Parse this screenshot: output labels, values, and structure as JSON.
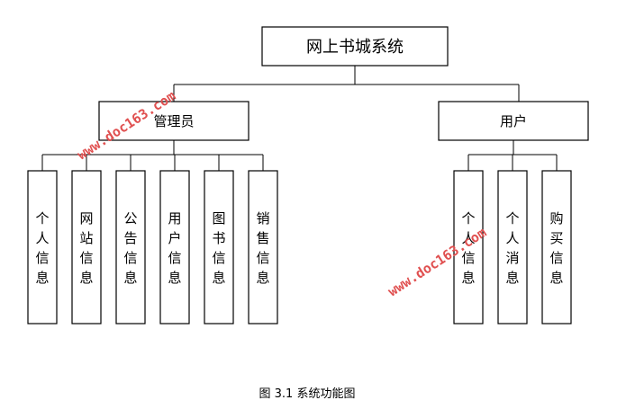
{
  "root": {
    "label": "网上书城系统"
  },
  "branches": [
    {
      "id": "admin",
      "label": "管理员",
      "children": [
        "个人信息",
        "网站信息",
        "公告信息",
        "用户信息",
        "图书信息",
        "销售信息"
      ]
    },
    {
      "id": "user",
      "label": "用户",
      "children": [
        "个人信息",
        "个人消息",
        "购买信息"
      ]
    }
  ],
  "caption": "图 3.1  系统功能图",
  "watermark": "www.doc163.com",
  "colors": {
    "line": "#000000",
    "watermark": "#e05050"
  }
}
